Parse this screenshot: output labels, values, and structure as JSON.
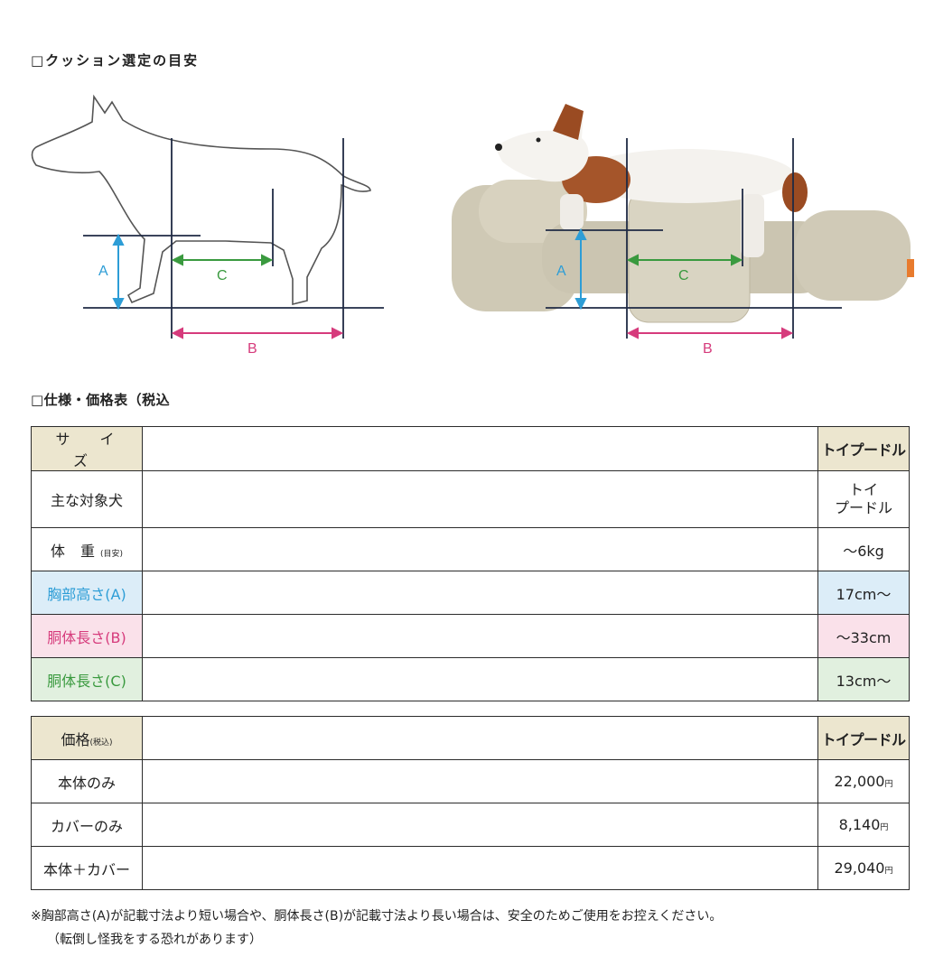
{
  "headings": {
    "guide": "□クッション選定の目安",
    "spec": "□仕様・価格表（税込"
  },
  "diagram": {
    "label_a": "A",
    "label_b": "B",
    "label_c": "C"
  },
  "spec_table": {
    "rows": [
      {
        "label": "サ イ ズ",
        "value": "トイプードル"
      },
      {
        "label": "主な対象犬",
        "value_line1": "トイ",
        "value_line2": "プードル"
      },
      {
        "label": "体 重",
        "label_small": "(目安)",
        "value": "〜6kg"
      },
      {
        "label": "胸部高さ(A)",
        "value": "17cm〜"
      },
      {
        "label": "胴体長さ(B)",
        "value": "〜33cm"
      },
      {
        "label": "胴体長さ(C)",
        "value": "13cm〜"
      }
    ]
  },
  "price_table": {
    "header_label": "価格",
    "header_label_small": "(税込)",
    "header_value": "トイプードル",
    "rows": [
      {
        "label": "本体のみ",
        "value": "22,000",
        "unit": "円"
      },
      {
        "label": "カバーのみ",
        "value": "8,140",
        "unit": "円"
      },
      {
        "label": "本体＋カバー",
        "value": "29,040",
        "unit": "円"
      }
    ]
  },
  "note": {
    "line1": "※胸部高さ(A)が記載寸法より短い場合や、胴体長さ(B)が記載寸法より長い場合は、安全のためご使用をお控えください。",
    "line2": "（転倒し怪我をする恐れがあります）"
  },
  "colors": {
    "a_blue": "#2d9dd6",
    "b_pink": "#d63b7c",
    "c_green": "#3a9a3f",
    "header_beige": "#ece6cf"
  }
}
